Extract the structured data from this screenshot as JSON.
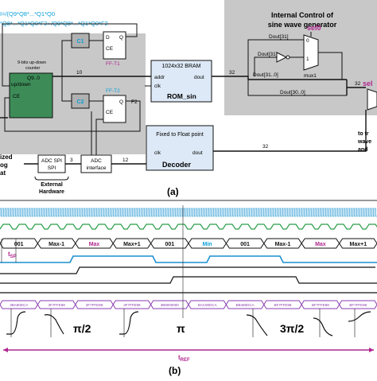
{
  "diagram_a": {
    "eq_top1": "I=/(Q9*Q8*...*Q1*Q0",
    "eq_top2": "*Q8*...*Q1*Q0*F2+/Q9*Q8*...*Q1*Q0*F2",
    "internal_control": "Internal Control of sine wave generator",
    "counter_title": "9-bits up-down counter",
    "counter_q": "Q9..0",
    "counter_updown": "up/down",
    "counter_ce": "CE",
    "c1": "C1",
    "c2": "C2",
    "ff1_d": "D",
    "ff1_q": "Q",
    "ff1_ce": "CE",
    "ff1_label": "FF-T1",
    "ff2_label": "FF-T2",
    "ff2_out": "F2",
    "bus_10": "10",
    "bram_title": "1024x32 BRAM",
    "bram_addr": "addr",
    "bram_dout": "dout",
    "bram_clk": "clk",
    "bram_name": "ROM_sin",
    "bus_32": "32",
    "dout31_a": "Dout[31]",
    "dout31_b": "Dout[31]",
    "dout_31_0": "Dout[31..0]",
    "dout_30_0": "Dout[30..0]",
    "mux_label": "mux1",
    "mux_0": "0",
    "mux_1": "1",
    "sel0": "sel0",
    "sel1": "sel",
    "decoder_title": "Fixed to Float point",
    "decoder_clk": "clk",
    "decoder_dout": "dout",
    "decoder_name": "Decoder",
    "bus_32b": "32",
    "bus_12": "12",
    "bus_3": "3",
    "adc_spi": "ADC SPI",
    "adc_interface": "ADC interface",
    "external_hw": "External Hardware",
    "left_text": "ized\nog\nat",
    "right_text": "to tr\nwave\nand",
    "caption_a": "(a)"
  },
  "diagram_b": {
    "row1_values": [
      "001",
      "Max-1",
      "Max",
      "Max+1",
      "001",
      "Min",
      "001",
      "Max-1",
      "Max",
      "Max+1"
    ],
    "tsp": "tSP",
    "hex_values": [
      "3BA80DCA",
      "3F7FFE98",
      "3F7FFE98",
      "3F7FFE98",
      "3B8000000",
      "BAC80DCA",
      "BB480DCA",
      "BF7FFE98",
      "BF7FFE98",
      "BF7FFE98"
    ],
    "pi_labels": [
      "π/2",
      "π",
      "3π/2"
    ],
    "tref": "tREF",
    "caption_b": "(b)"
  },
  "colors": {
    "shade": "#c8c8c8",
    "counter_green": "#3d8c58",
    "bram_blue": "#dde9f6",
    "cyan": "#0a9fd8",
    "magenta": "#b0268f",
    "green_wave": "#2a9d4a",
    "purple_wave": "#8a3fb0",
    "clock_blue": "#49a9d9"
  }
}
